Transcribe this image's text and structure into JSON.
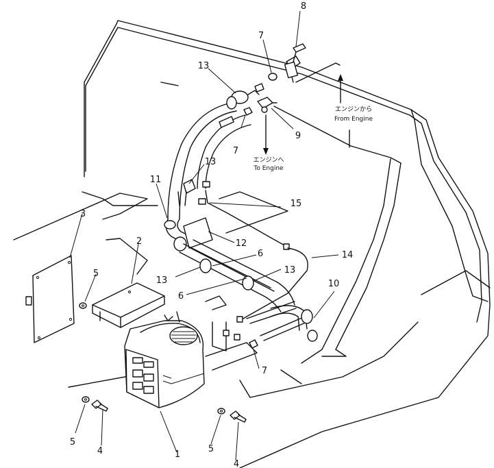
{
  "callouts": {
    "c1": "1",
    "c2": "2",
    "c3": "3",
    "c4a": "4",
    "c4b": "4",
    "c5a": "5",
    "c5b": "5",
    "c5c": "5",
    "c6a": "6",
    "c6b": "6",
    "c7a": "7",
    "c7b": "7",
    "c7c": "7",
    "c8": "8",
    "c9": "9",
    "c10": "10",
    "c11": "11",
    "c12": "12",
    "c13a": "13",
    "c13b": "13",
    "c13c": "13",
    "c13d": "13",
    "c14": "14",
    "c15": "15"
  },
  "notes": {
    "from_engine_jp": "エンジンから",
    "from_engine_en": "From Engine",
    "to_engine_jp": "エンジンへ",
    "to_engine_en": "To Engine"
  }
}
